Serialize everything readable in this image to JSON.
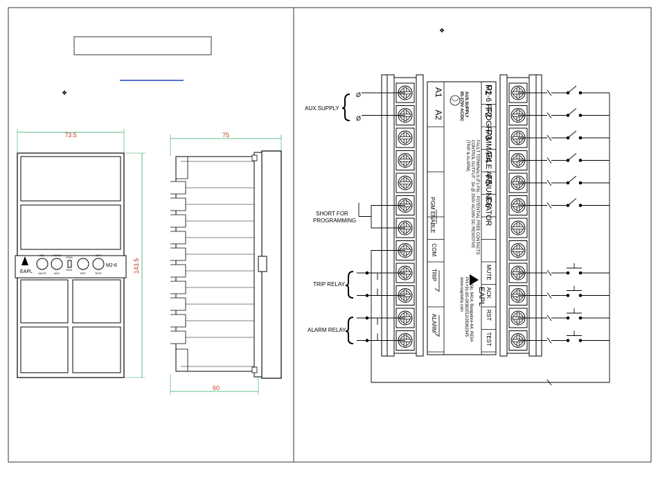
{
  "bullets": {
    "left": "❖",
    "right": "❖"
  },
  "front_view": {
    "width_dim": "73.5",
    "height_dim": "143.5",
    "brand": "EAPL",
    "model": "M2-6",
    "keys_top": [
      "SEL",
      "HO/NO",
      "PGM",
      "SET"
    ],
    "keys_bottom": [
      "MUTE",
      "ACK",
      "RUN",
      "RST",
      "TEST"
    ]
  },
  "side_view": {
    "depth_dim": "75",
    "bottom_dim": "60"
  },
  "wiring": {
    "left_terminals": [
      "A1",
      "A2",
      "",
      "",
      "",
      "PGM ENABLE",
      "",
      "COM",
      "TRIP",
      "",
      "ALARM",
      ""
    ],
    "right_terminals": [
      "F1",
      "F2",
      "F3",
      "F4",
      "F5",
      "F6",
      "",
      "",
      "MUTE",
      "ACK",
      "RST",
      "TEST"
    ],
    "aux_supply_label": "AUX.SUPPLY",
    "short_label_1": "SHORT FOR",
    "short_label_2": "PROGRAMMING",
    "trip_relay_label": "TRIP RELAY",
    "alarm_relay_label": "ALARM RELAY",
    "phi_symbol": "Ø",
    "aux_block_1": "AUX.SUPPLY",
    "aux_block_2": "85-270V AC/DC",
    "product_title": "M2-6 PROGRAMMABLE ANNUNCIATOR",
    "fault_line": "FAULT TERMINALS (F1-F6) : POTENTIAL FREE CONTACTS",
    "control_line": "CONTROL OUTPUT        : 5A @ 250V AC/28V DC RESISTIVE",
    "trip_alarm_line": "(TRIP & ALARM)",
    "company": "EAPL",
    "address": "P.B.No. 6414, Bangalore-64. INDIA",
    "phone": "PH:+91-80-28362012/28362345",
    "website": "www.eapindia.com"
  }
}
